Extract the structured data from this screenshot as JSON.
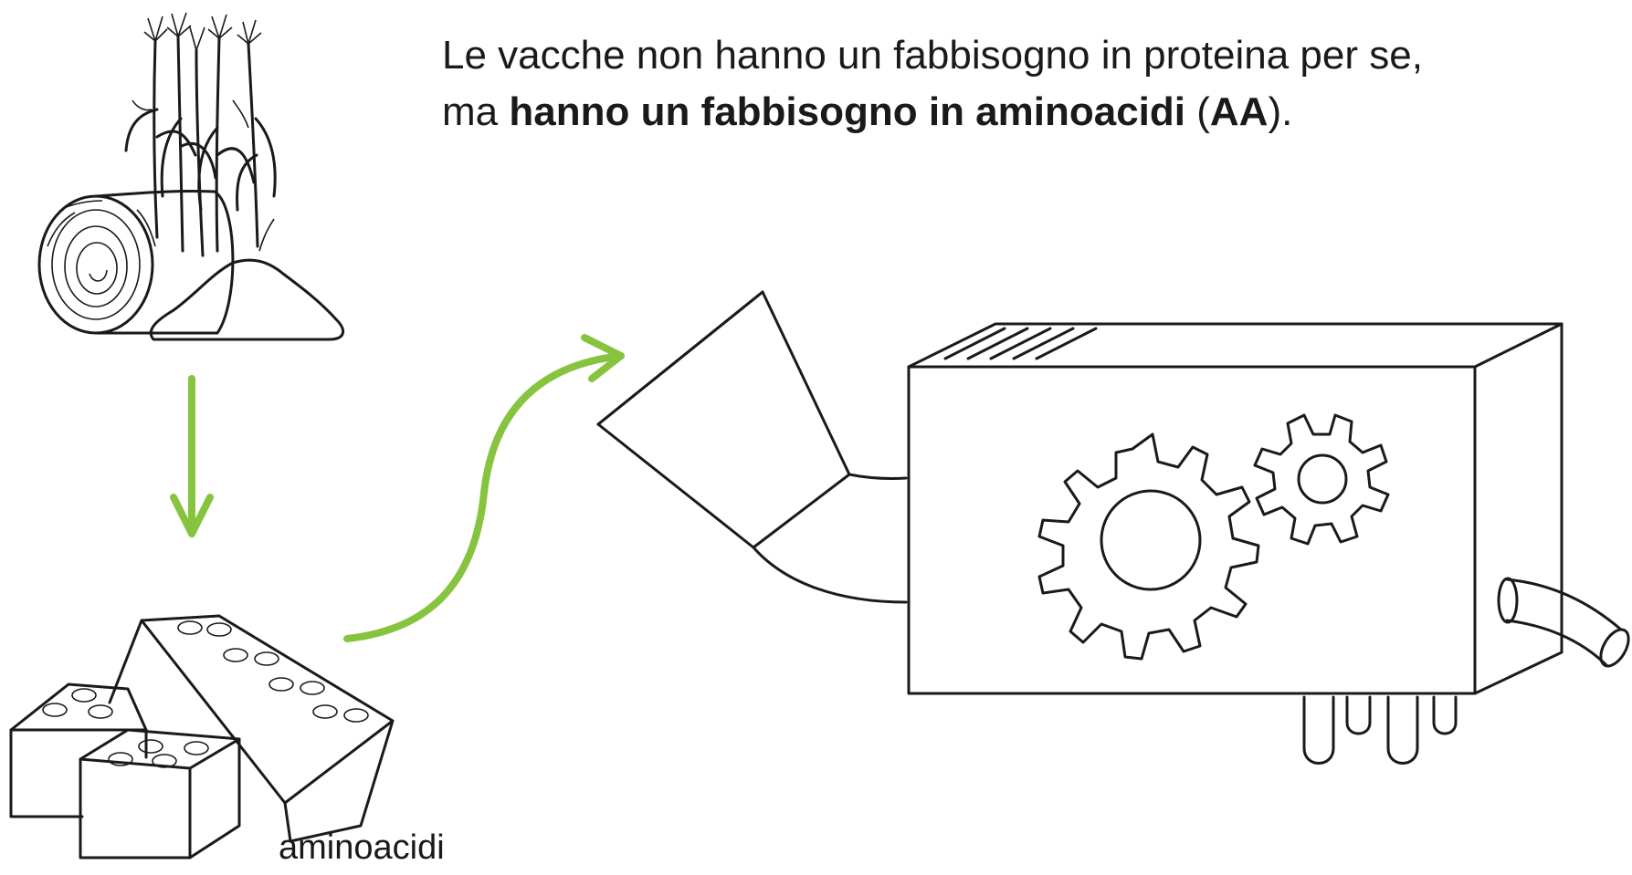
{
  "headline": {
    "line1": "Le vacche non hanno un fabbisogno in proteina per se,",
    "line2_prefix": "ma ",
    "line2_bold": "hanno un fabbisogno in aminoacidi",
    "line2_mid": " (",
    "line2_bold2": "AA",
    "line2_suffix": ")."
  },
  "caption": "aminoacidi",
  "colors": {
    "arrow": "#86c440",
    "ink": "#1a1a1a",
    "background": "#ffffff"
  },
  "icons": [
    "feed-icon",
    "down-arrow-icon",
    "amino-acid-blocks-icon",
    "curved-arrow-icon",
    "cow-machine-icon"
  ]
}
